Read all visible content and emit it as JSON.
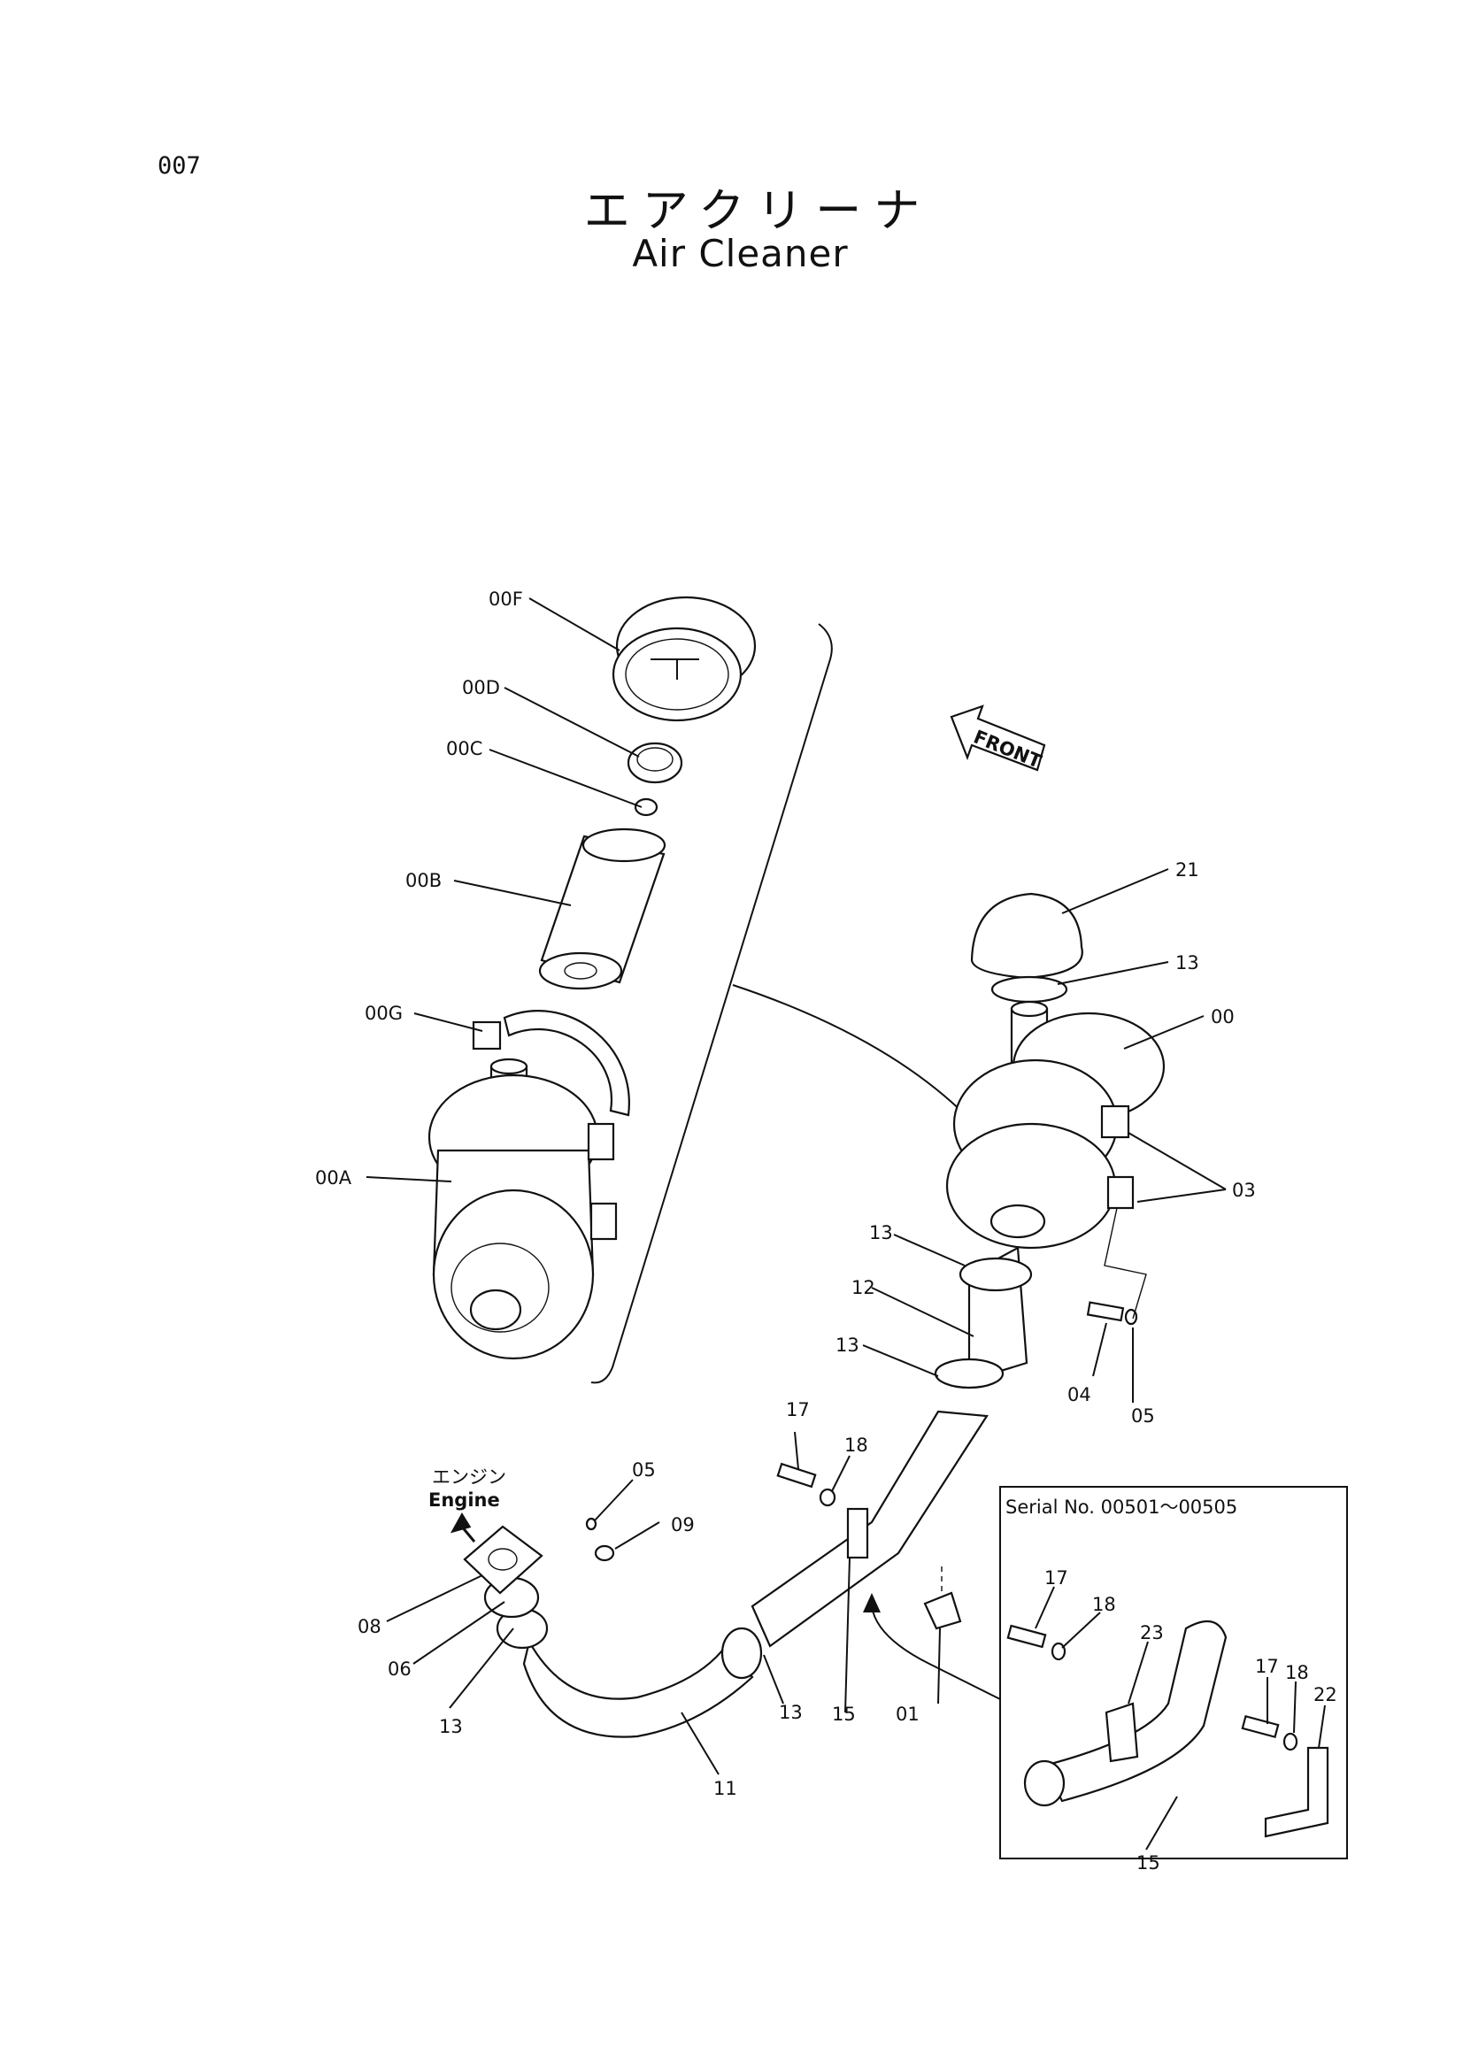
{
  "page": {
    "number": "007"
  },
  "title": {
    "ja": "エアクリーナ",
    "en": "Air Cleaner"
  },
  "front_marker": "FRONT",
  "engine_marker": {
    "ja": "エンジン",
    "en": "Engine"
  },
  "inset": {
    "serial": "Serial No. 00501〜00505"
  },
  "callouts": {
    "c00F": "00F",
    "c00D": "00D",
    "c00C": "00C",
    "c00B": "00B",
    "c00G": "00G",
    "c00A": "00A",
    "c21": "21",
    "c13a": "13",
    "c00": "00",
    "c03": "03",
    "c13b": "13",
    "c12": "12",
    "c13c": "13",
    "c04": "04",
    "c05a": "05",
    "c17a": "17",
    "c18a": "18",
    "c05b": "05",
    "c09": "09",
    "c08": "08",
    "c06": "06",
    "c13d": "13",
    "c11": "11",
    "c13e": "13",
    "c15a": "15",
    "c01": "01",
    "c17b": "17",
    "c18b": "18",
    "c23": "23",
    "c17c": "17",
    "c18c": "18",
    "c22": "22",
    "c15b": "15"
  }
}
